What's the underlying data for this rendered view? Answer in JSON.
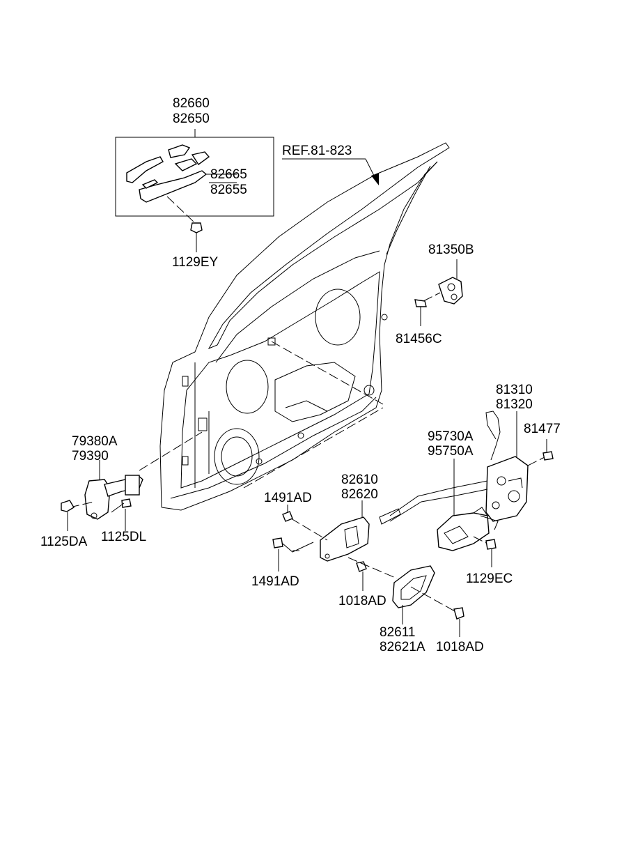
{
  "labels": {
    "outside_handle_a": "82660",
    "outside_handle_b": "82650",
    "handle_parts_a": "82665",
    "handle_parts_b": "82655",
    "screw_top": "1129EY",
    "ref": "REF.81-823",
    "striker": "81350B",
    "striker_screw": "81456C",
    "latch_a": "81310",
    "latch_b": "81320",
    "latch_screw": "81477",
    "actuator_a": "95730A",
    "actuator_b": "95750A",
    "checker_a": "79380A",
    "checker_b": "79390",
    "inside_handle_a": "82610",
    "inside_handle_b": "82620",
    "clip_upper": "1491AD",
    "clip_lower": "1491AD",
    "bolt_checker_a": "1125DA",
    "bolt_checker_b": "1125DL",
    "actuator_screw": "1129EC",
    "handle_screw": "1018AD",
    "cover_a": "82611",
    "cover_b": "82621A",
    "cover_screw": "1018AD"
  }
}
